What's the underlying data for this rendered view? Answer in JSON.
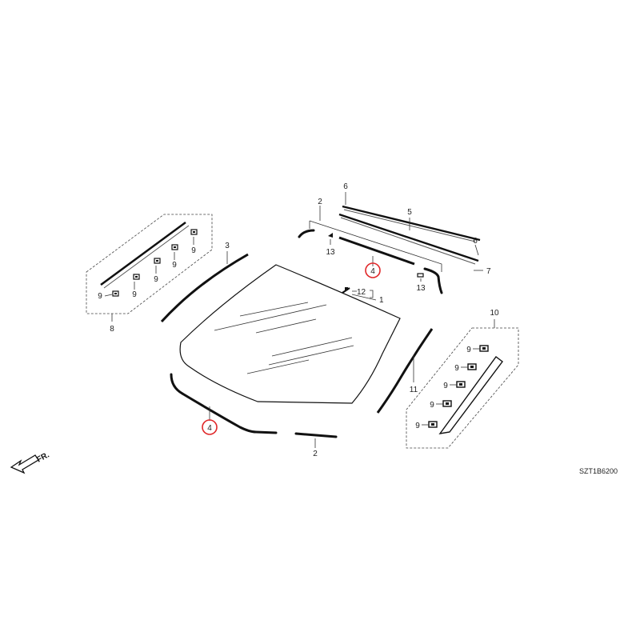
{
  "diagram": {
    "drawing_code": "SZT1B6200",
    "front_indicator": "FR.",
    "callouts": {
      "windshield_glass": "1",
      "molding_bottom": "2",
      "molding_top": "2",
      "molding_left_pillar": "3",
      "dam_bottom_highlighted": "4",
      "dam_top_highlighted": "4",
      "roof_strip": "5",
      "clip_roof_left": "6",
      "clip_roof_right": "6",
      "roof_rail": "7",
      "left_garnish_assembly": "8",
      "clip_left_1": "9",
      "clip_left_2": "9",
      "clip_left_3": "9",
      "clip_left_4": "9",
      "clip_left_5": "9",
      "clip_right_1": "9",
      "clip_right_2": "9",
      "clip_right_3": "9",
      "clip_right_4": "9",
      "clip_right_5": "9",
      "right_garnish_assembly": "10",
      "molding_right_pillar": "11",
      "mirror_base": "12",
      "fastener_left": "13",
      "fastener_right": "13"
    },
    "highlight_color": "#e0282a"
  }
}
